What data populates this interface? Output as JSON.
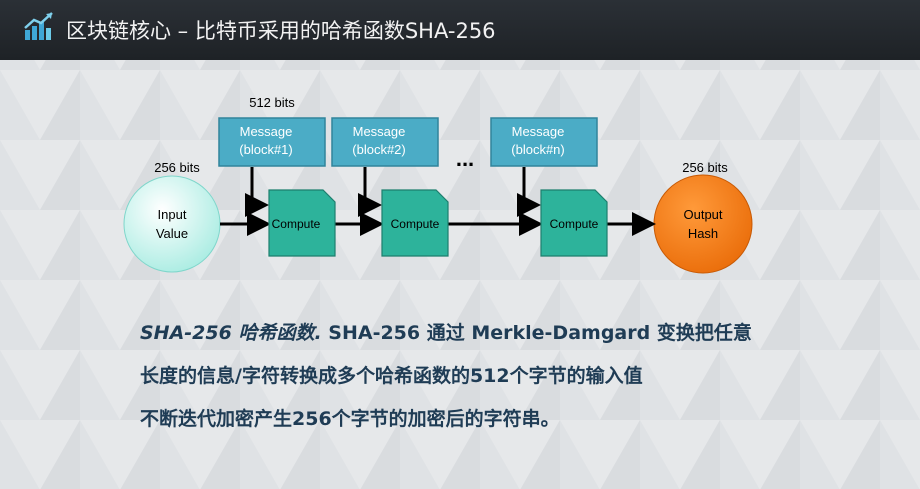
{
  "title": "区块链核心 – 比特币采用的哈希函数SHA-256",
  "icon": "chart-growth-icon",
  "diagram": {
    "block_size_label": "512 bits",
    "input_size_label": "256 bits",
    "output_size_label": "256 bits",
    "input": [
      "Input",
      "Value"
    ],
    "output": [
      "Output",
      "Hash"
    ],
    "messages": [
      [
        "Message",
        "(block#1)"
      ],
      [
        "Message",
        "(block#2)"
      ],
      [
        "Message",
        "(block#n)"
      ]
    ],
    "compute_label": "Compute",
    "ellipsis": "...",
    "colors": {
      "message": "#4bacc6",
      "compute": "#2db39b",
      "input": "#b8f0ea",
      "output": "#f47c13"
    }
  },
  "body": {
    "term": "SHA-256 哈希函数.",
    "line1_rest": " SHA-256 通过 Merkle-Damgard 变换把任意",
    "line2": "长度的信息/字符转换成多个哈希函数的512个字节的输入值",
    "line3": "不断迭代加密产生256个字节的加密后的字符串。"
  }
}
